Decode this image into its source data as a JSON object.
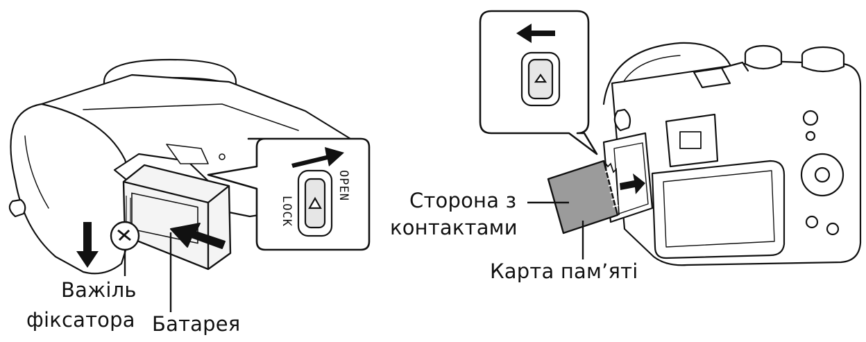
{
  "callout_left": {
    "open": "OPEN",
    "lock": "LOCK"
  },
  "labels": {
    "lever_line1": "Важіль",
    "lever_line2": "фіксатора",
    "battery": "Батарея",
    "contacts_line1": "Сторона з",
    "contacts_line2": "контактами",
    "memory_card": "Карта пам’яті"
  },
  "colors": {
    "line": "#111111",
    "card_fill": "#999999",
    "battery_fill": "#f2f2f2",
    "background": "#ffffff"
  }
}
